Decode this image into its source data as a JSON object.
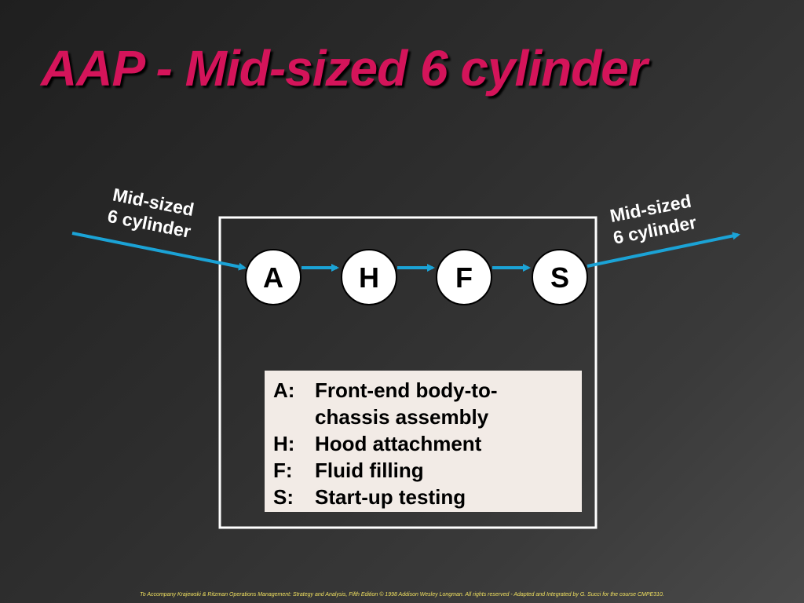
{
  "title": "AAP - Mid-sized 6 cylinder",
  "input_label": [
    "Mid-sized",
    "6 cylinder"
  ],
  "output_label": [
    "Mid-sized",
    "6 cylinder"
  ],
  "stations": [
    "A",
    "H",
    "F",
    "S"
  ],
  "legend": [
    {
      "key": "A:",
      "text": "Front-end body-to-chassis assembly"
    },
    {
      "key": "H:",
      "text": "Hood attachment"
    },
    {
      "key": "F:",
      "text": "Fluid filling"
    },
    {
      "key": "S:",
      "text": "Start-up testing"
    }
  ],
  "footer": "To Accompany Krajewski & Ritzman Operations Management: Strategy and Analysis, Fifth Edition © 1998 Addison Wesley Longman. All rights reserved - Adapted and Integrated by G. Succi for the course CMPE310.",
  "colors": {
    "title": "#d4145a",
    "arrow": "#1ba3d6",
    "legend_bg": "#f2ebe6",
    "box": "#ffffff"
  }
}
